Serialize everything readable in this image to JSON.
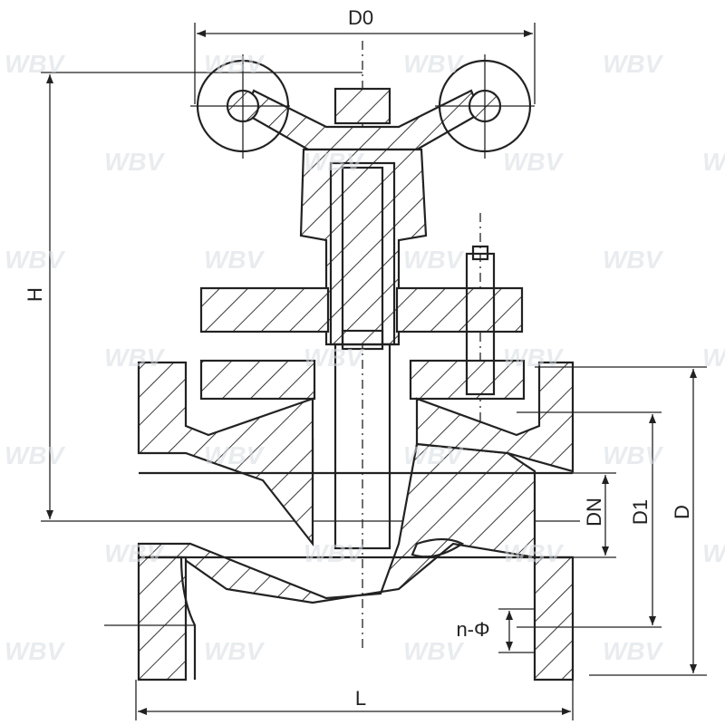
{
  "diagram": {
    "watermark": "WBV",
    "labels": {
      "handwheel_diameter": "D0",
      "height": "H",
      "nominal_diameter": "DN",
      "bolt_circle_diameter": "D1",
      "flange_diameter": "D",
      "length": "L",
      "bolt_holes": "n-Φ"
    },
    "colors": {
      "line": "#222222",
      "watermark": "#d8dde3"
    }
  }
}
